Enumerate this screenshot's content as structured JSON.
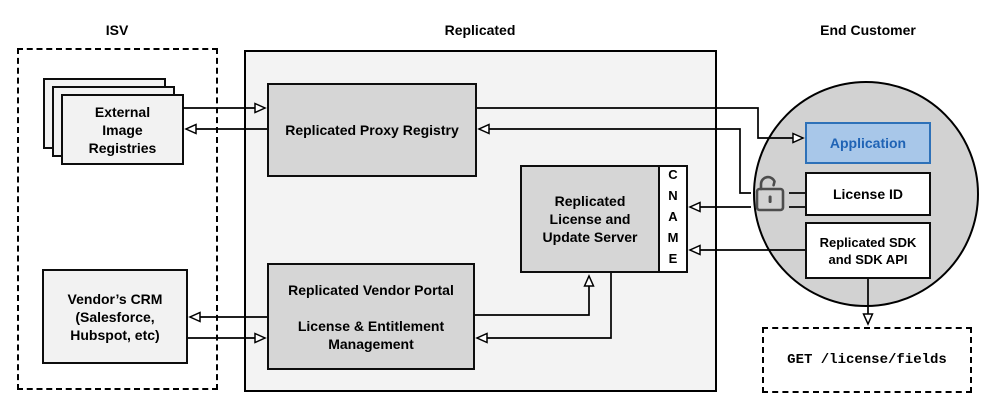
{
  "titles": {
    "isv": "ISV",
    "replicated": "Replicated",
    "end_customer": "End Customer"
  },
  "nodes": {
    "external_registries": "External\nImage\nRegistries",
    "vendors_crm": "Vendor’s CRM\n(Salesforce,\nHubspot, etc)",
    "proxy_registry": "Replicated Proxy Registry",
    "license_update_server": "Replicated\nLicense and\nUpdate Server",
    "cname": "CNAME",
    "vendor_portal": "Replicated Vendor Portal\n\nLicense & Entitlement\nManagement",
    "application": "Application",
    "license_id": "License ID",
    "replicated_sdk": "Replicated SDK\nand SDK API",
    "get_request": "GET /license/fields"
  },
  "icons": {
    "lock": "unlocked-padlock-icon"
  },
  "colors": {
    "container_fill": "#f3f3f3",
    "node_gray_fill": "#d6d6d6",
    "node_light_fill": "#f2f2f2",
    "circle_fill": "#d2d2d2",
    "app_fill": "#a8c7e9",
    "app_border": "#2e71b8",
    "app_text": "#1f63b5",
    "lock_stroke": "#4d4d4d"
  }
}
